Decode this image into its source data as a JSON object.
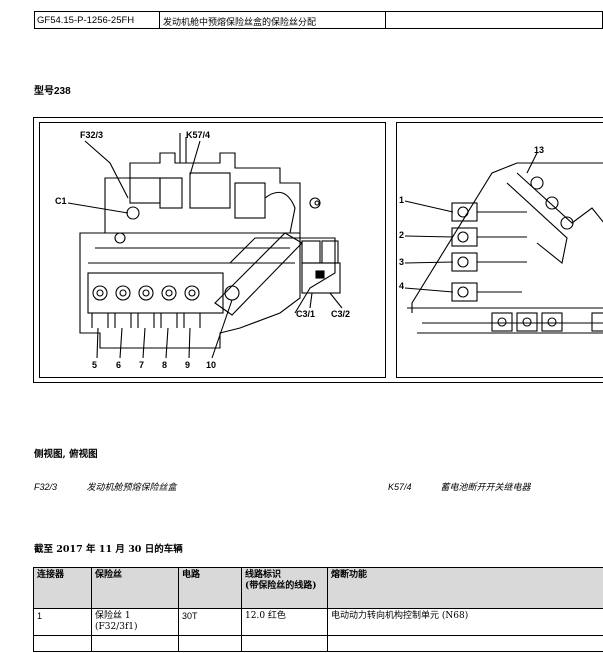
{
  "header": {
    "doc_code": "GF54.15-P-1256-25FH",
    "doc_title": "发动机舱中预熔保险丝盒的保险丝分配"
  },
  "model_heading": "型号238",
  "figure_left": {
    "labels": {
      "f32_3": "F32/3",
      "k57_4": "K57/4",
      "c1": "C1",
      "c3_1": "C3/1",
      "c3_2": "C3/2",
      "n5": "5",
      "n6": "6",
      "n7": "7",
      "n8": "8",
      "n9": "9",
      "n10": "10"
    }
  },
  "figure_right": {
    "labels": {
      "n1": "1",
      "n2": "2",
      "n3": "3",
      "n4": "4",
      "n13": "13"
    }
  },
  "view_caption": "侧视图, 俯视图",
  "legend": [
    {
      "code": "F32/3",
      "desc": "发动机舱预熔保险丝盒"
    },
    {
      "code": "K57/4",
      "desc": "蓄电池断开开关继电器"
    }
  ],
  "as_of_heading": "截至 2017 年 11 月 30 日的车辆",
  "table": {
    "headers": [
      "连接器",
      "保险丝",
      "电路",
      "线路标识\n(带保险丝的线路)",
      "熔断功能"
    ],
    "rows": [
      [
        "1",
        "保险丝 1\n(F32/3f1)",
        "30T",
        "12.0 红色",
        "电动动力转向机构控制单元 (N68)"
      ]
    ]
  }
}
